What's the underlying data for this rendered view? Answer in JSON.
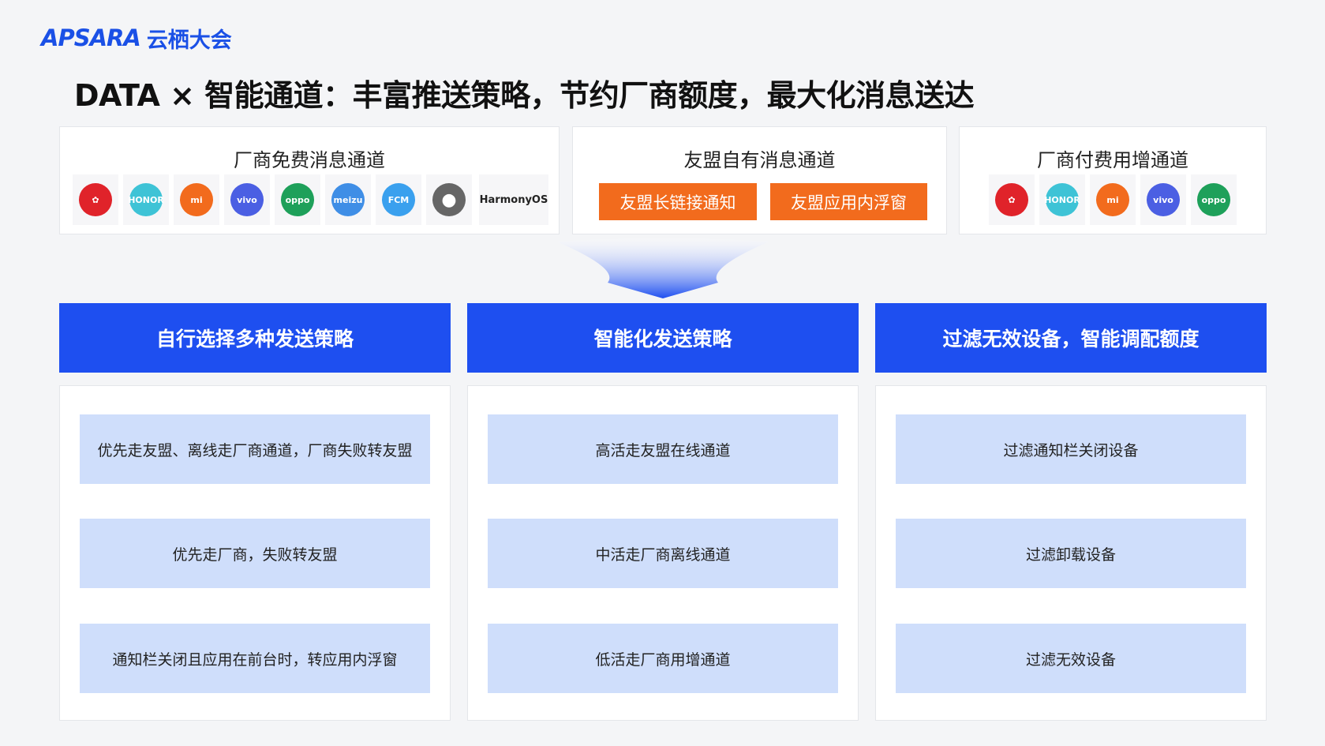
{
  "brand": {
    "en": "APSARA",
    "cn": "云栖大会"
  },
  "title": "DATA × 智能通道：丰富推送策略，节约厂商额度，最大化消息送达",
  "top_cards": {
    "free": {
      "title": "厂商免费消息通道",
      "logos": [
        {
          "icon": "huawei-icon",
          "label": "✿",
          "color": "#e0232a"
        },
        {
          "icon": "honor-icon",
          "label": "HONOR",
          "color": "#3ec3d6"
        },
        {
          "icon": "xiaomi-icon",
          "label": "mi",
          "color": "#f26b1d"
        },
        {
          "icon": "vivo-icon",
          "label": "vivo",
          "color": "#4b5fe3"
        },
        {
          "icon": "oppo-icon",
          "label": "oppo",
          "color": "#1ea05a"
        },
        {
          "icon": "meizu-icon",
          "label": "meizu",
          "color": "#3f8ee6"
        },
        {
          "icon": "fcm-icon",
          "label": "FCM",
          "color": "#3aa0ee"
        },
        {
          "icon": "apple-icon",
          "label": "",
          "color": "#666666"
        }
      ],
      "harmony_label": "HarmonyOS"
    },
    "own": {
      "title": "友盟自有消息通道",
      "buttons": [
        "友盟长链接通知",
        "友盟应用内浮窗"
      ]
    },
    "paid": {
      "title": "厂商付费用增通道",
      "logos": [
        {
          "icon": "huawei-icon",
          "label": "✿",
          "color": "#e0232a"
        },
        {
          "icon": "honor-icon",
          "label": "HONOR",
          "color": "#3ec3d6"
        },
        {
          "icon": "xiaomi-icon",
          "label": "mi",
          "color": "#f26b1d"
        },
        {
          "icon": "vivo-icon",
          "label": "vivo",
          "color": "#4b5fe3"
        },
        {
          "icon": "oppo-icon",
          "label": "oppo",
          "color": "#1ea05a"
        }
      ]
    }
  },
  "columns": [
    {
      "header": "自行选择多种发送策略",
      "items": [
        "优先走友盟、离线走厂商通道，厂商失败转友盟",
        "优先走厂商，失败转友盟",
        "通知栏关闭且应用在前台时，转应用内浮窗"
      ]
    },
    {
      "header": "智能化发送策略",
      "items": [
        "高活走友盟在线通道",
        "中活走厂商离线通道",
        "低活走厂商用增通道"
      ]
    },
    {
      "header": "过滤无效设备，智能调配额度",
      "items": [
        "过滤通知栏关闭设备",
        "过滤卸载设备",
        "过滤无效设备"
      ]
    }
  ],
  "colors": {
    "primary": "#1e4ff0",
    "orange": "#f26b1d",
    "item_bg": "#cfdefb"
  }
}
